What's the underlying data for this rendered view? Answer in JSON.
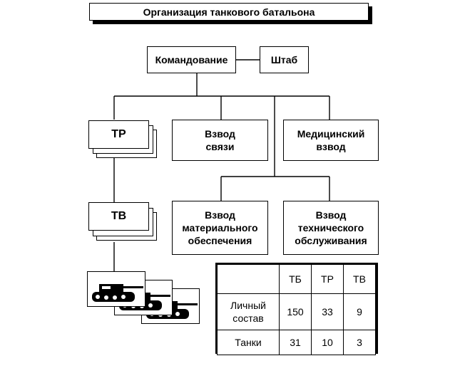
{
  "title": "Организация танкового батальона",
  "command": "Командование",
  "hq": "Штаб",
  "tr": "ТР",
  "tv": "ТВ",
  "comm_platoon": [
    "Взвод",
    "связи"
  ],
  "medical_platoon": [
    "Медицинский",
    "взвод"
  ],
  "supply_platoon": [
    "Взвод",
    "материального",
    "обеспечения"
  ],
  "maintenance_platoon": [
    "Взвод",
    "технического",
    "обслуживания"
  ],
  "table": {
    "headers": [
      "",
      "ТБ",
      "ТР",
      "ТВ"
    ],
    "rows": [
      {
        "label": [
          "Личный",
          "состав"
        ],
        "values": [
          "150",
          "33",
          "9"
        ]
      },
      {
        "label": [
          "Танки"
        ],
        "values": [
          "31",
          "10",
          "3"
        ]
      }
    ]
  },
  "icons": [
    "tank-icon",
    "tank-icon",
    "tank-icon"
  ]
}
